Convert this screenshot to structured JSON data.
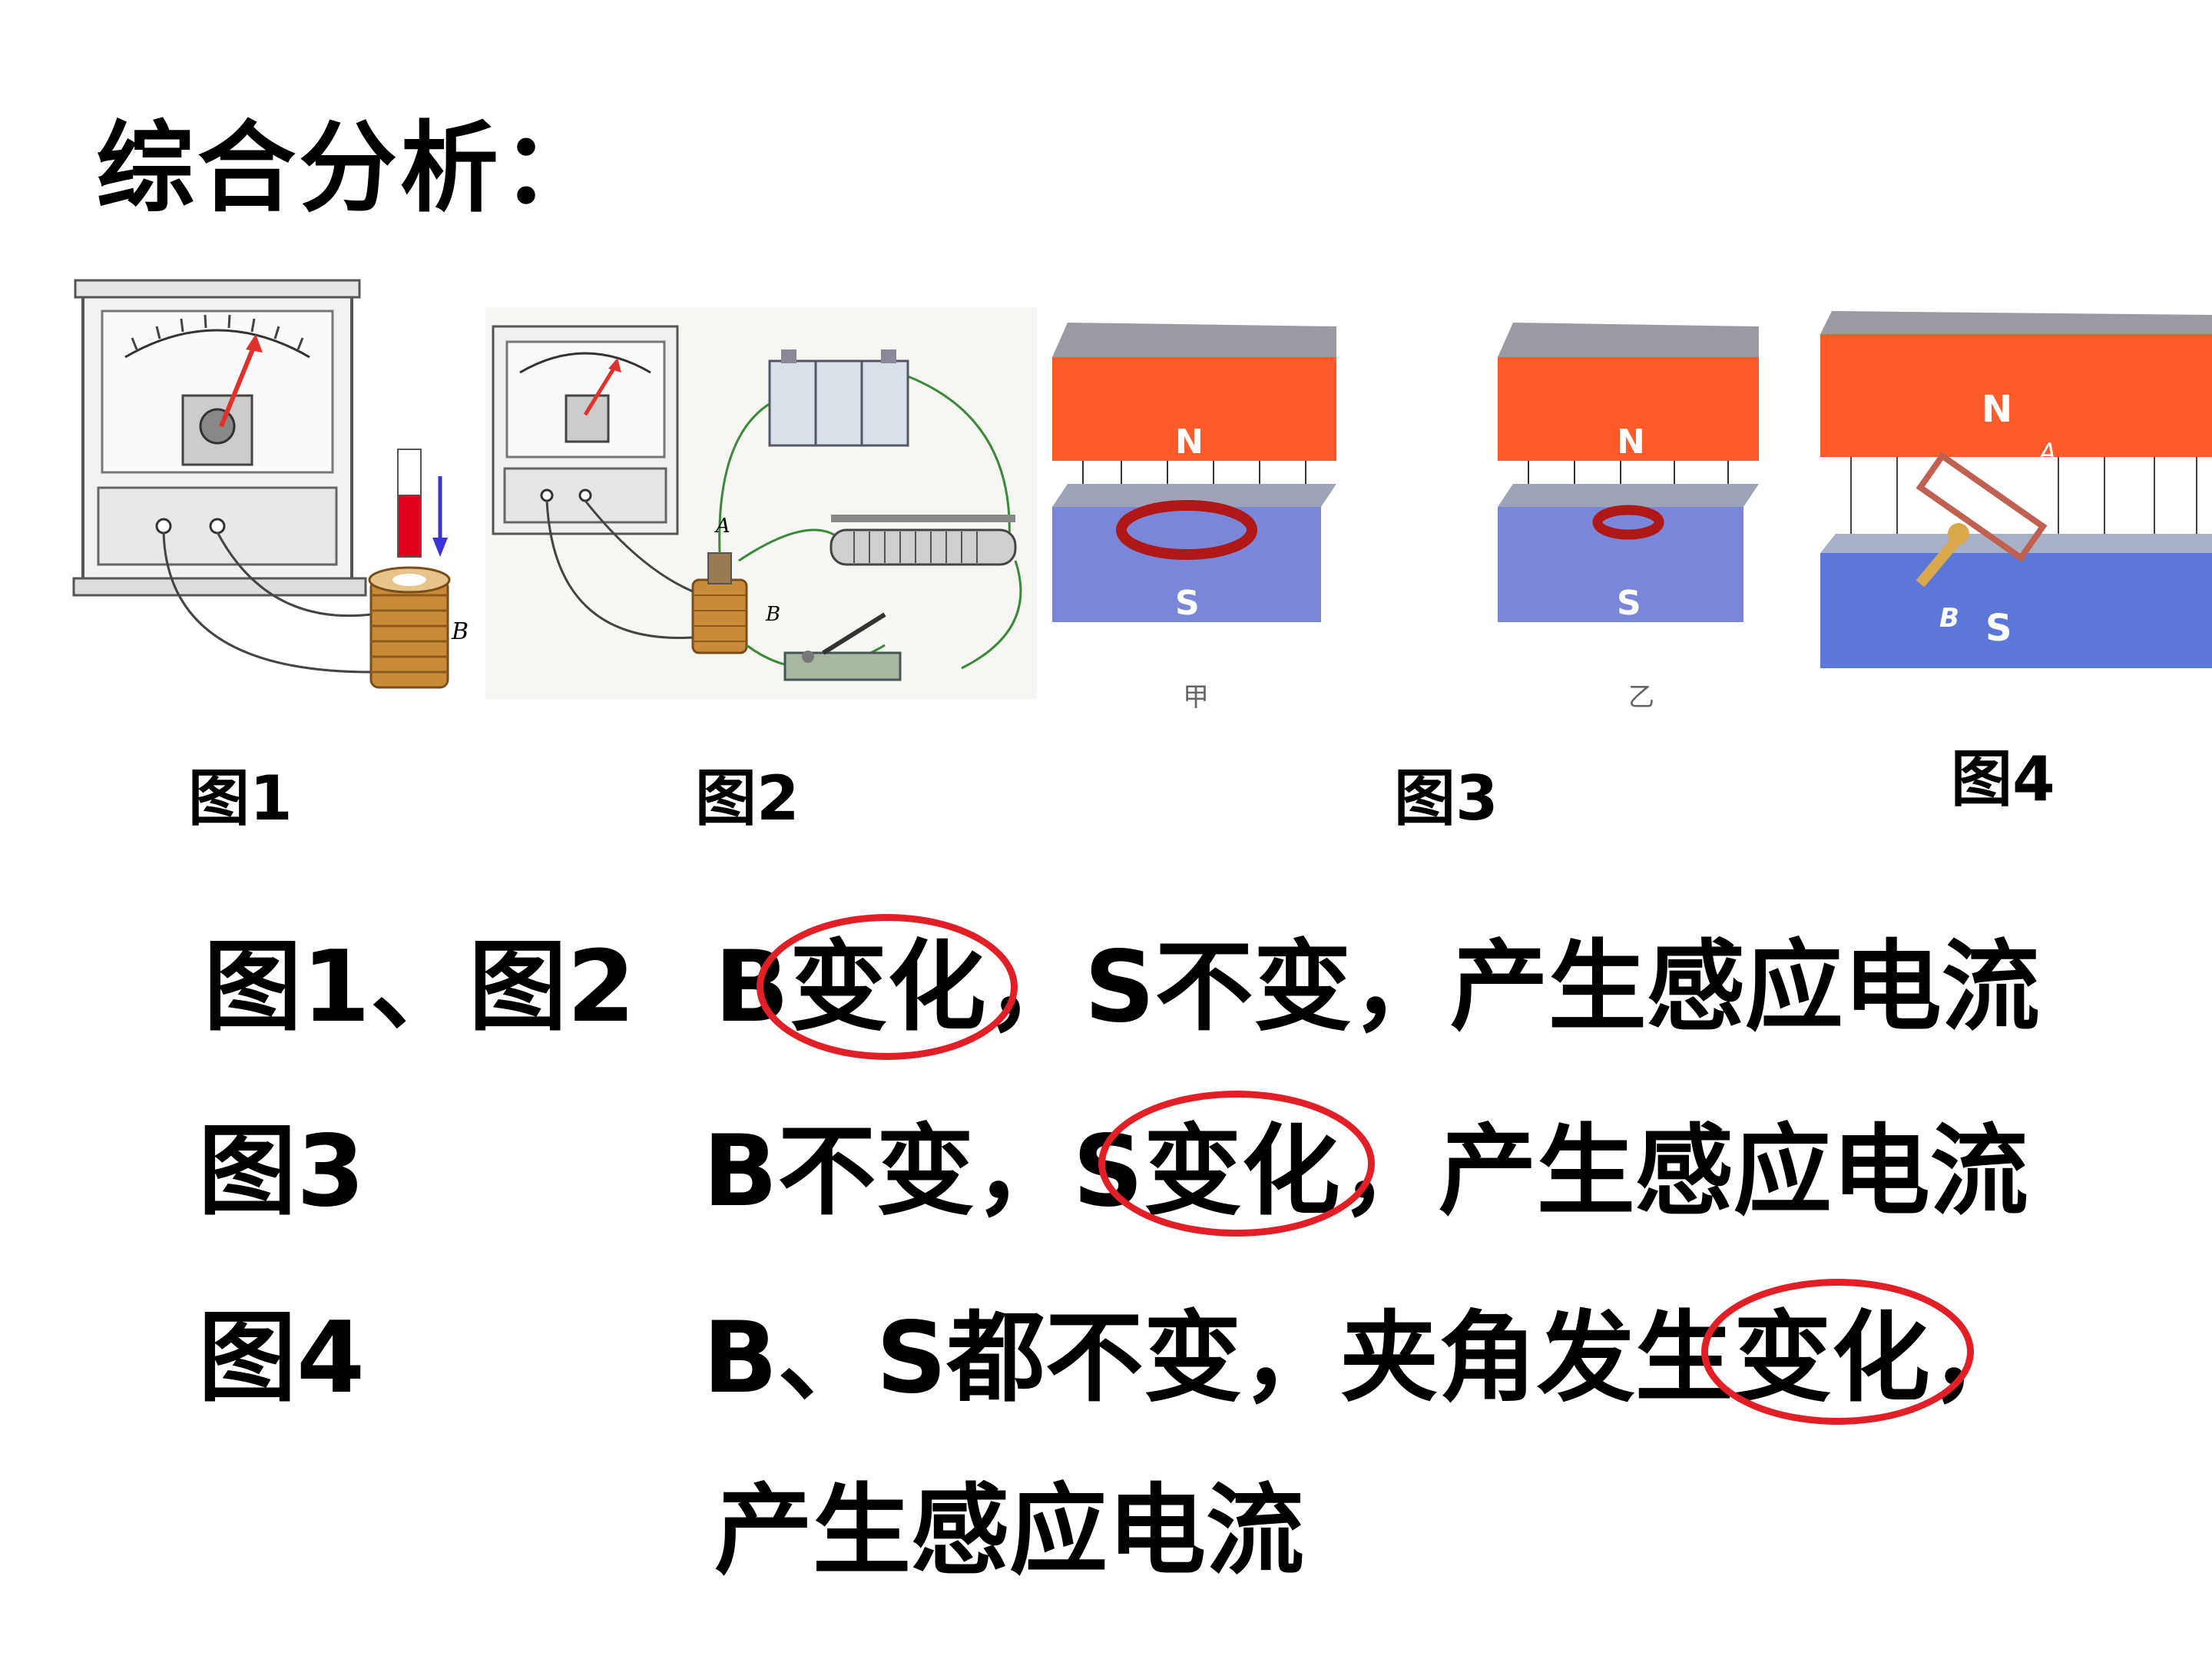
{
  "title": "综合分析：",
  "figures": {
    "fig1": {
      "caption": "图1",
      "coil_label": "B"
    },
    "fig2": {
      "caption": "图2",
      "label_a": "A",
      "label_b": "B"
    },
    "fig3": {
      "caption": "图3",
      "sub_left": "甲",
      "sub_right": "乙",
      "north": "N",
      "south": "S"
    },
    "fig4": {
      "caption": "图4",
      "north": "N",
      "south": "S",
      "label_a": "A",
      "label_b": "B"
    }
  },
  "rows": [
    {
      "label": "图1、图2",
      "text": "B变化，S不变，产生感应电流"
    },
    {
      "label": "图3",
      "text": "B不变，S变化，产生感应电流"
    },
    {
      "label": "图4",
      "text": "B、S都不变，夹角发生变化，",
      "text2": "产生感应电流"
    }
  ],
  "colors": {
    "highlight_ring": "#e21f26",
    "magnet_n": "#ff5a2a",
    "magnet_s": "#7a86d8",
    "arrow": "#e0312b"
  }
}
